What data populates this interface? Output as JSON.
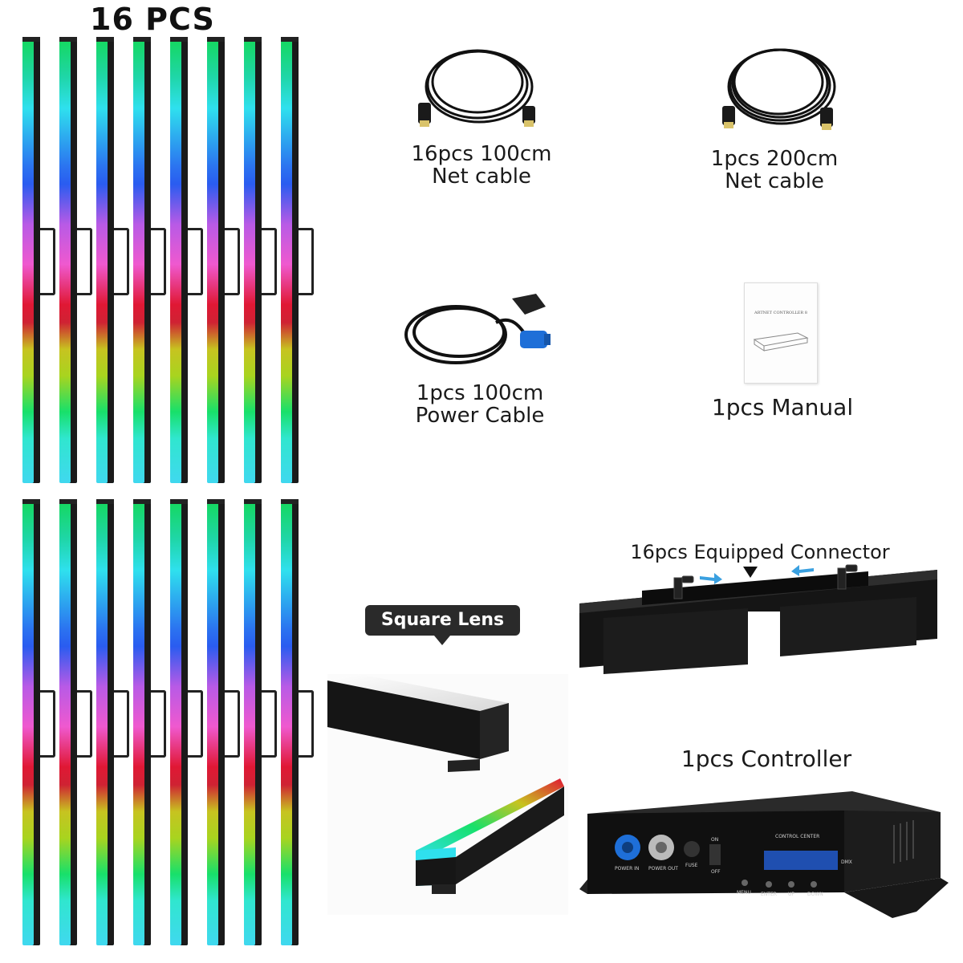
{
  "heading": "16 PCS",
  "captions": {
    "net_100": [
      "16pcs 100cm",
      "Net cable"
    ],
    "net_200": [
      "1pcs 200cm",
      "Net cable"
    ],
    "power": [
      "1pcs 100cm",
      "Power Cable"
    ],
    "manual": "1pcs Manual",
    "connector": "16pcs Equipped Connector",
    "controller": "1pcs Controller",
    "lens": "Square Lens"
  },
  "manual_cover_title": "ARTNET CONTROLLER 8",
  "controller_labels": {
    "brand": "CONTROL CENTER",
    "dmx": "DMX",
    "power_in": "POWER IN",
    "power_out": "POWER OUT",
    "fuse": "FUSE",
    "on": "ON",
    "off": "OFF",
    "menu": "MENU",
    "enter": "ENTER",
    "up": "UP",
    "down": "DOWN"
  },
  "colors": {
    "bar_green": "#14d85a",
    "bar_blue": "#2a5cf0",
    "bar_magenta": "#ef59cf",
    "bar_red": "#e01834",
    "bar_yellow": "#c7c320",
    "bar_cyan": "#40d8ef",
    "arrow_blue": "#3aa0e0",
    "connector_blue": "#1e6fd8"
  }
}
